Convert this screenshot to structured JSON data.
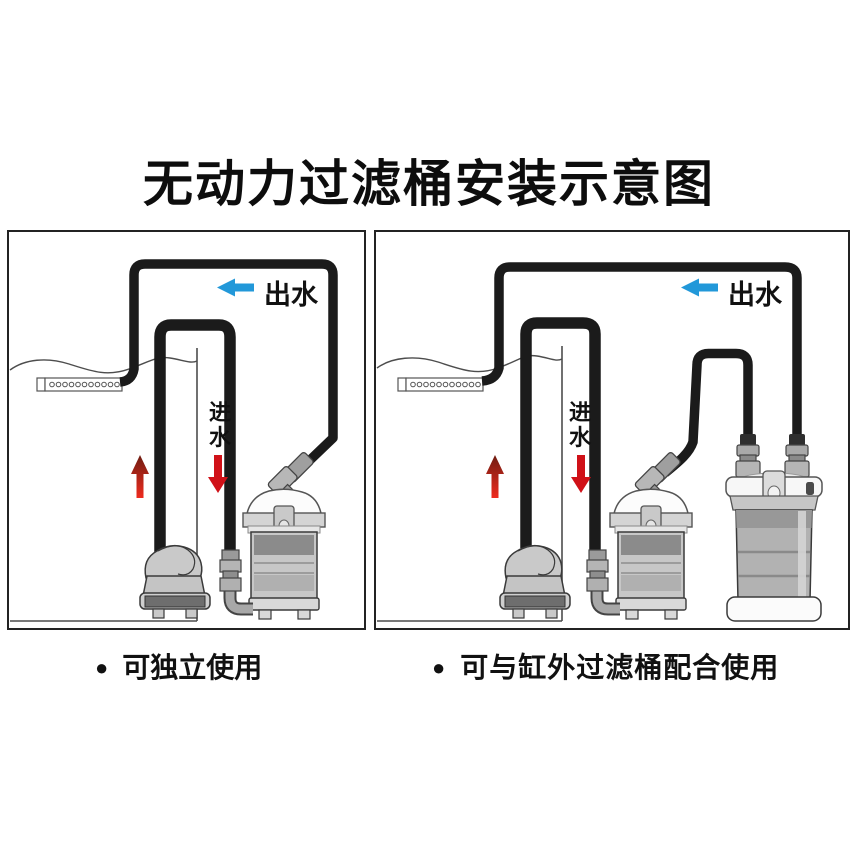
{
  "title": "无动力过滤桶安装示意图",
  "panels": [
    {
      "outlet_label": "出水",
      "inlet_label": "进水",
      "inlet_label_chars": [
        "进",
        "水"
      ],
      "caption_bullet": "●",
      "caption": "可独立使用"
    },
    {
      "outlet_label": "出水",
      "inlet_label": "进水",
      "inlet_label_chars": [
        "进",
        "水"
      ],
      "caption_bullet": "●",
      "caption": "可与缸外过滤桶配合使用"
    }
  ],
  "colors": {
    "outlet_arrow_blue": "#2298d9",
    "inlet_arrow_red": "#d01118",
    "up_arrow_dark_red": "#6f1d12",
    "pipe_black": "#1b1b1b",
    "device_gray": "#c7c7c7",
    "dark_band_gray": "#8b8b8b"
  }
}
